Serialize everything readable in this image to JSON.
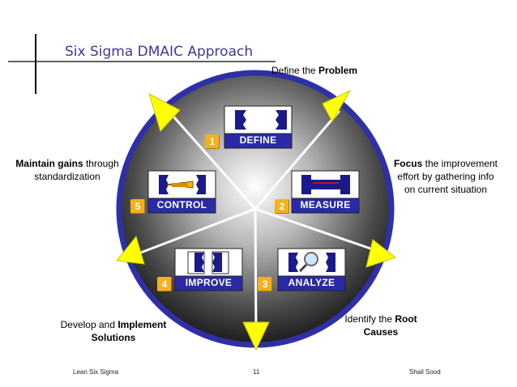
{
  "title": "Six Sigma DMAIC Approach",
  "colors": {
    "title": "#3a3a9a",
    "circle_border": "#2f2fa8",
    "arrow": "#ffff00",
    "step_bar": "#2a2aa6",
    "step_number": "#f2b21c"
  },
  "steps": [
    {
      "num": "1",
      "label": "DEFINE",
      "icon": "question-puzzle-icon"
    },
    {
      "num": "2",
      "label": "MEASURE",
      "icon": "measure-clamp-icon"
    },
    {
      "num": "3",
      "label": "ANALYZE",
      "icon": "magnifier-icon"
    },
    {
      "num": "4",
      "label": "IMPROVE",
      "icon": "documents-icon"
    },
    {
      "num": "5",
      "label": "CONTROL",
      "icon": "pencil-icon"
    }
  ],
  "captions": {
    "define": {
      "text": "Define the ",
      "bold": "Problem"
    },
    "measure": {
      "bold": "Focus",
      "line1_rest": " the improvement",
      "line2": "effort by gathering info",
      "line3": "on current situation"
    },
    "analyze": {
      "line1": "Identify the ",
      "bold1": "Root",
      "bold2": "Causes"
    },
    "improve": {
      "line1": "Develop and ",
      "bold1": "Implement",
      "bold2": "Solutions"
    },
    "control": {
      "bold": "Maintain gains",
      "line1_rest": " through",
      "line2": "standardization"
    }
  },
  "footer": {
    "left": "Lean Six Sigma",
    "center": "11",
    "right": "Shail Sood"
  }
}
